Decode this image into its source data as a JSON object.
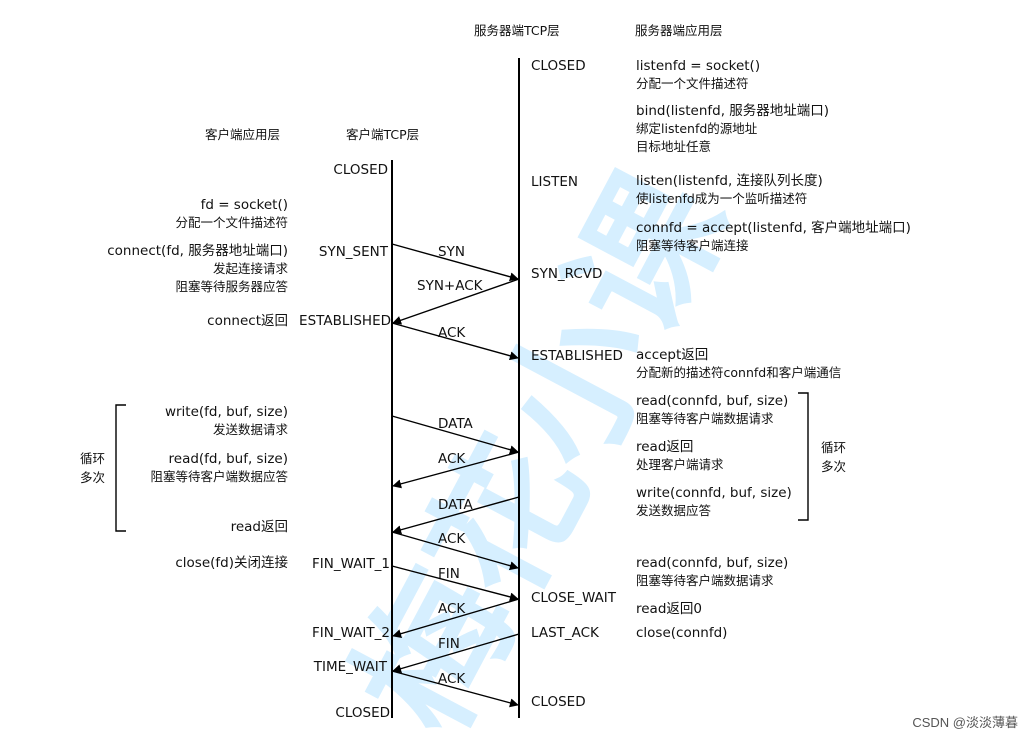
{
  "headers": {
    "server_tcp": "服务器端TCP层",
    "server_app": "服务器端应用层",
    "client_app": "客户端应用层",
    "client_tcp": "客户端TCP层"
  },
  "client_states": {
    "closed_top": "CLOSED",
    "syn_sent": "SYN_SENT",
    "established": "ESTABLISHED",
    "fin_wait_1": "FIN_WAIT_1",
    "fin_wait_2": "FIN_WAIT_2",
    "time_wait": "TIME_WAIT",
    "closed_bottom": "CLOSED"
  },
  "server_states": {
    "closed_top": "CLOSED",
    "listen": "LISTEN",
    "syn_rcvd": "SYN_RCVD",
    "established": "ESTABLISHED",
    "close_wait": "CLOSE_WAIT",
    "last_ack": "LAST_ACK",
    "closed_bottom": "CLOSED"
  },
  "messages": {
    "syn": "SYN",
    "syn_ack": "SYN+ACK",
    "ack1": "ACK",
    "data1": "DATA",
    "ack2": "ACK",
    "data2": "DATA",
    "ack3": "ACK",
    "fin1": "FIN",
    "ack4": "ACK",
    "fin2": "FIN",
    "ack5": "ACK"
  },
  "client_app": {
    "socket_1": "fd = socket()",
    "socket_2": "分配一个文件描述符",
    "connect_1": "connect(fd, 服务器地址端口)",
    "connect_2": "发起连接请求",
    "connect_3": "阻塞等待服务器应答",
    "connect_ret": "connect返回",
    "write_1": "write(fd, buf, size)",
    "write_2": "发送数据请求",
    "read_1": "read(fd, buf, size)",
    "read_2": "阻塞等待客户端数据应答",
    "read_ret": "read返回",
    "close": "close(fd)关闭连接",
    "loop_1": "循环",
    "loop_2": "多次"
  },
  "server_app": {
    "socket_1": "listenfd = socket()",
    "socket_2": "分配一个文件描述符",
    "bind_1": "bind(listenfd, 服务器地址端口)",
    "bind_2": "绑定listenfd的源地址",
    "bind_3": "目标地址任意",
    "listen_1": "listen(listenfd, 连接队列长度)",
    "listen_2": "使listenfd成为一个监听描述符",
    "accept_1": "connfd = accept(listenfd, 客户端地址端口)",
    "accept_2": "阻塞等待客户端连接",
    "accept_ret_1": "accept返回",
    "accept_ret_2": "分配新的描述符connfd和客户端通信",
    "read_1": "read(connfd, buf, size)",
    "read_2": "阻塞等待客户端数据请求",
    "read_ret_1": "read返回",
    "read_ret_2": "处理客户端请求",
    "write_1": "write(connfd, buf, size)",
    "write_2": "发送数据应答",
    "read2_1": "read(connfd, buf, size)",
    "read2_2": "阻塞等待客户端数据请求",
    "read2_ret": "read返回0",
    "close": "close(connfd)",
    "loop_1": "循环",
    "loop_2": "多次"
  },
  "watermark": "梅花小课",
  "credit": "CSDN @淡淡薄暮"
}
